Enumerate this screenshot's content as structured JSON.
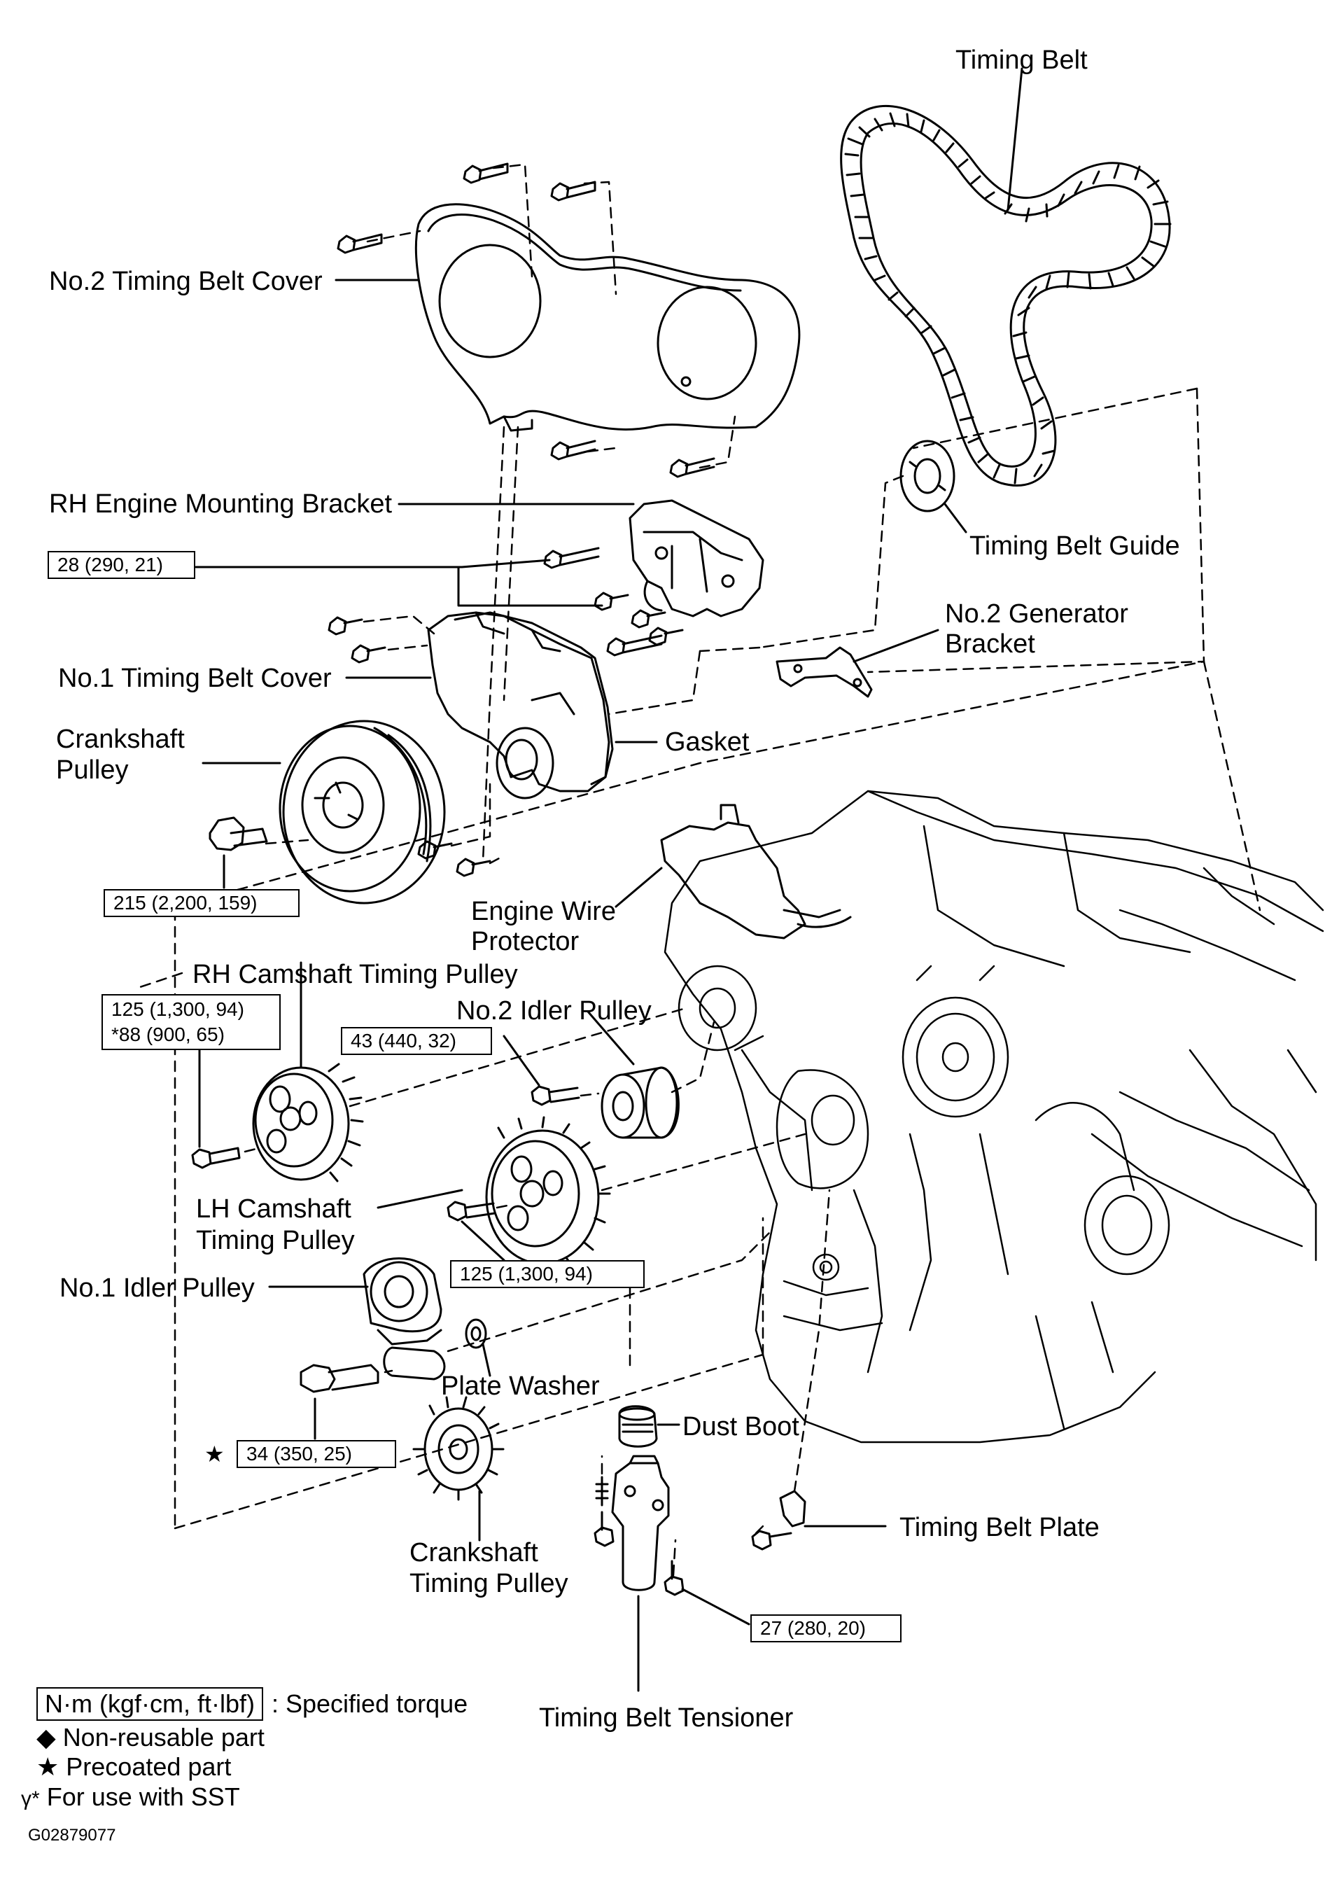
{
  "labels": {
    "timing_belt": "Timing Belt",
    "no2_cover": "No.2 Timing Belt Cover",
    "rh_bracket": "RH Engine Mounting Bracket",
    "belt_guide": "Timing Belt Guide",
    "gen_bracket_1": "No.2 Generator",
    "gen_bracket_2": "Bracket",
    "no1_cover": "No.1 Timing Belt Cover",
    "crank_pulley_1": "Crankshaft",
    "crank_pulley_2": "Pulley",
    "gasket": "Gasket",
    "wire_prot_1": "Engine Wire",
    "wire_prot_2": "Protector",
    "rh_cam": "RH Camshaft Timing Pulley",
    "no2_idler": "No.2 Idler Pulley",
    "lh_cam_1": "LH Camshaft",
    "lh_cam_2": "Timing Pulley",
    "no1_idler": "No.1 Idler Pulley",
    "plate_washer": "Plate Washer",
    "dust_boot": "Dust Boot",
    "crank_timing_1": "Crankshaft",
    "crank_timing_2": "Timing Pulley",
    "belt_plate": "Timing Belt Plate",
    "tensioner": "Timing Belt Tensioner"
  },
  "torques": {
    "t_bracket": "28 (290, 21)",
    "t_crank": "215 (2,200, 159)",
    "t_rh_cam_1": "125 (1,300, 94)",
    "t_rh_cam_2": "*88 (900, 65)",
    "t_no2_idler": "43 (440, 32)",
    "t_lh_cam": "125 (1,300, 94)",
    "t_no1_idler": "34 (350, 25)",
    "t_tensioner": "27 (280, 20)"
  },
  "legend": {
    "torque_box": "N·m (kgf·cm, ft·lbf)",
    "torque_desc": ": Specified torque",
    "non_reusable": "◆ Non-reusable part",
    "precoated": "★ Precoated part",
    "sst_mark": "γ*",
    "sst": "For use with SST"
  },
  "precoat_mark": "★",
  "figure_code": "G02879077"
}
